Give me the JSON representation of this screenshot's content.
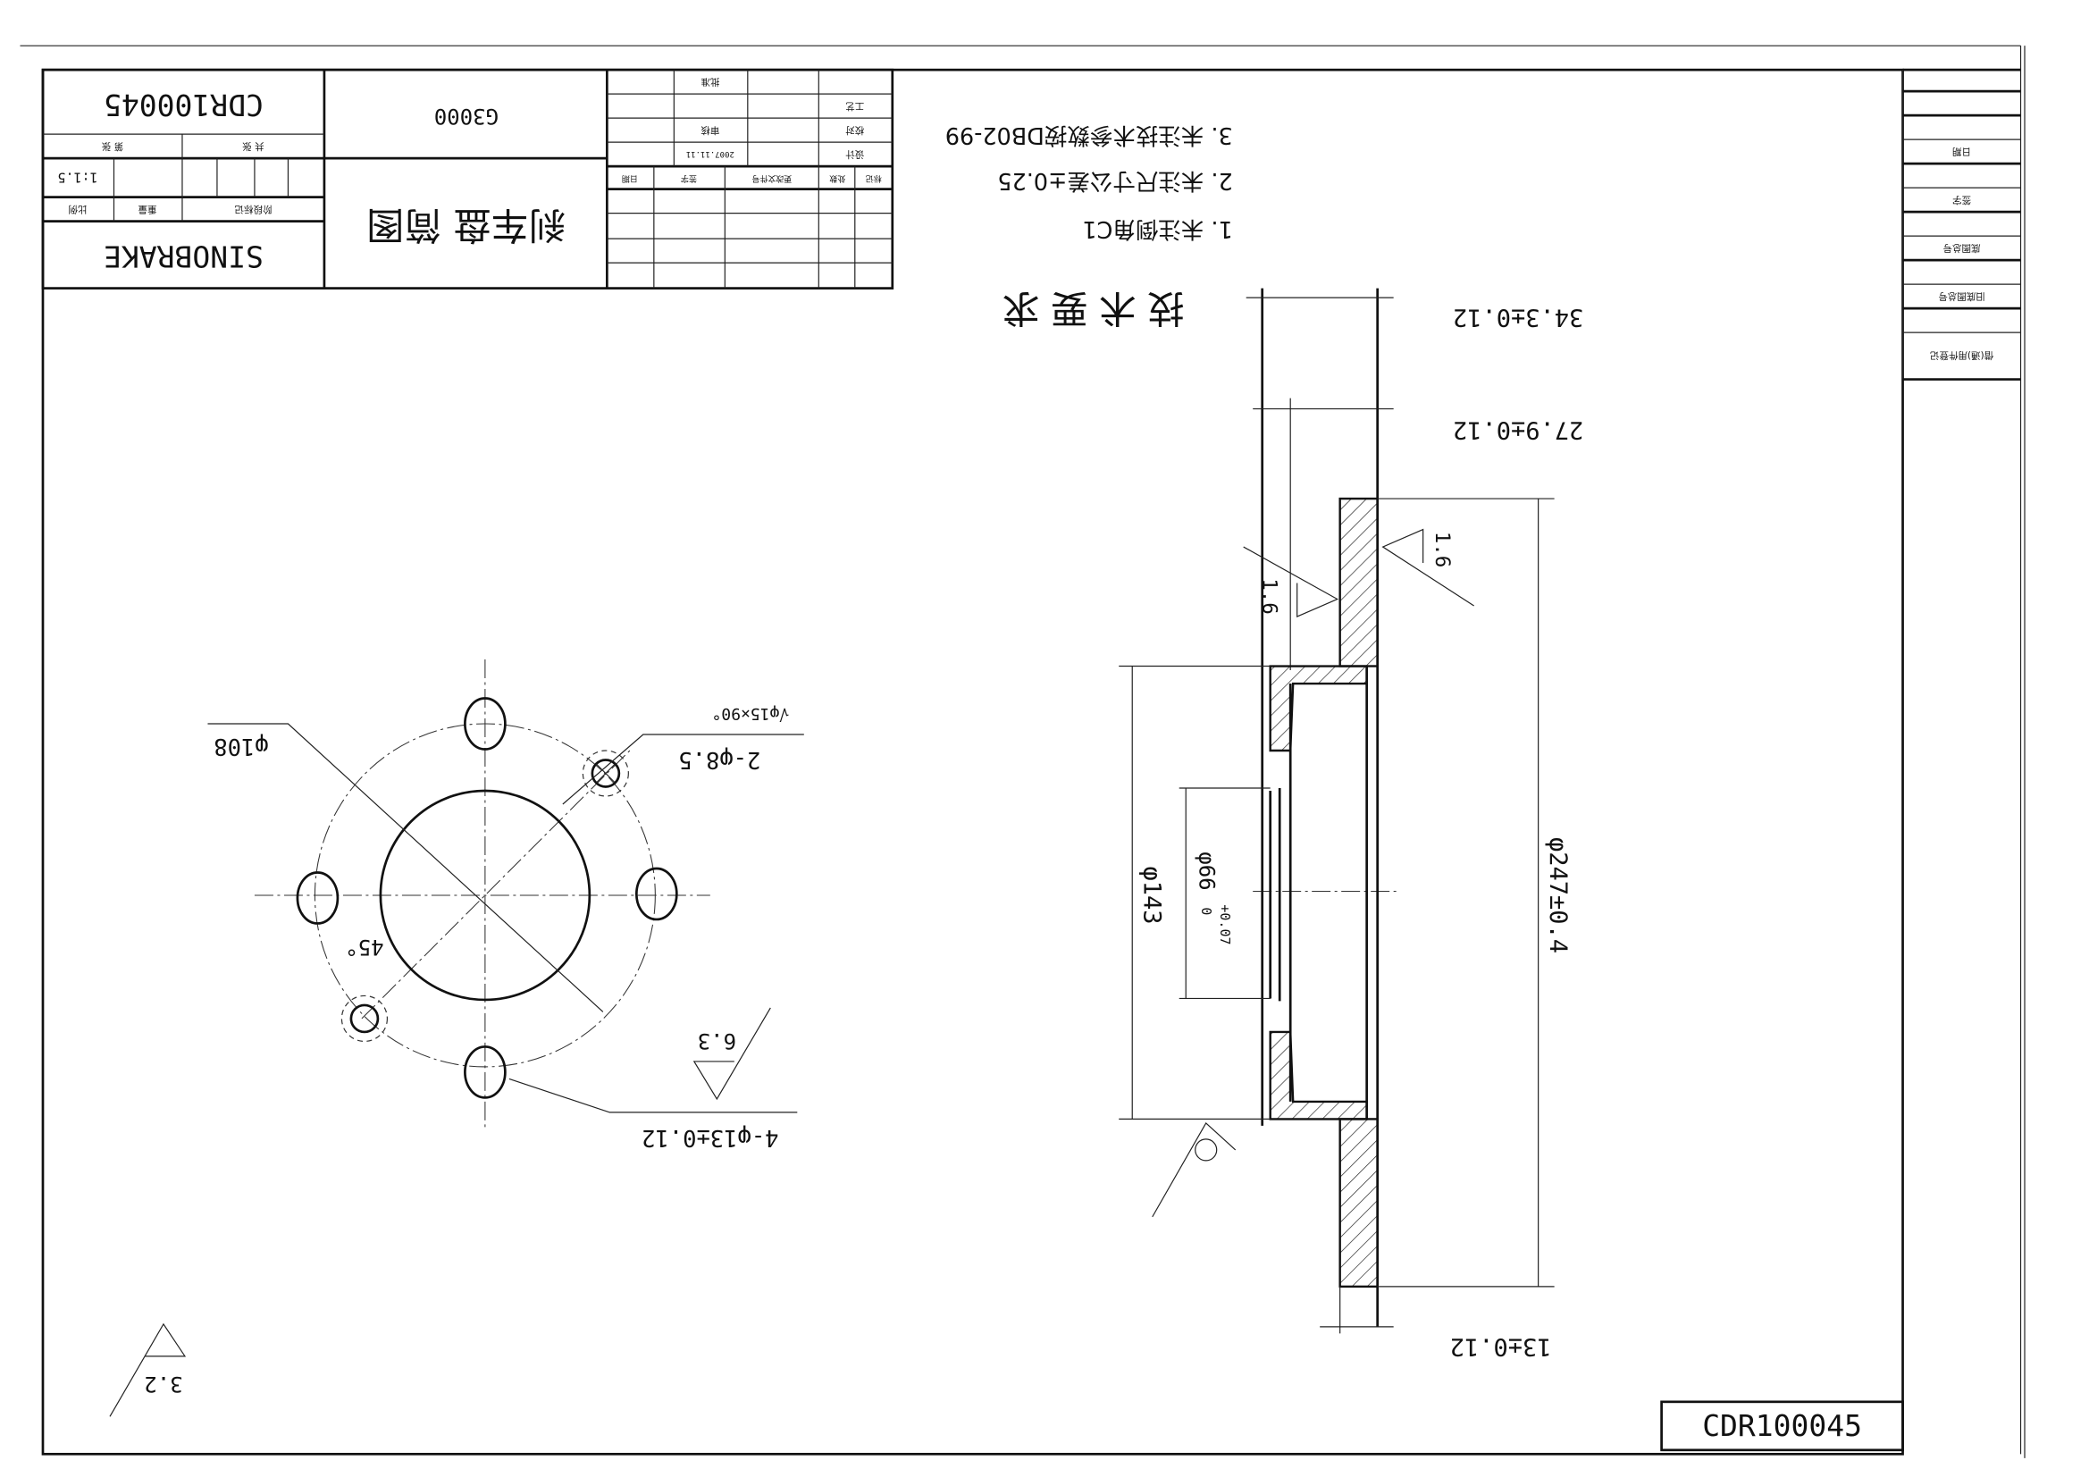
{
  "title_block": {
    "drawing_number": "CDR100045",
    "part_code": "G3000",
    "company": "SINOBRAKE",
    "part_name": "刹车盘 简图",
    "scale": "1:1.5",
    "scale_label": "比例",
    "weight_label": "重量",
    "stage_label": "阶段标记",
    "sheet_total": "共 张",
    "sheet_no": "第 张",
    "date": "2007.11.11",
    "rows": [
      "设计",
      "校对",
      "审核",
      "工艺",
      "批准"
    ],
    "revision_headers": [
      "标记",
      "处数",
      "更改文件号",
      "签字",
      "日期"
    ]
  },
  "side_strip": [
    "借(通)用件登记",
    "旧底图总号",
    "底图总号",
    "签字",
    "日期"
  ],
  "tech_requirements": {
    "heading": "技术要求",
    "items": [
      "1. 未注倒角C1",
      "2. 未注尺寸公差±0.25",
      "3. 未注技术参数按DB02-99"
    ]
  },
  "front_view": {
    "pcd": "φ108",
    "small_holes": "2-φ8.5",
    "countersink": "√φ15×90°",
    "angle": "45°",
    "bolt_holes": "4-φ13±0.12",
    "roughness": "6.3"
  },
  "section_view": {
    "overall_height": "34.3±0.12",
    "hub_height": "27.9±0.12",
    "disc_thickness": "13±0.12",
    "outer_diameter": "φ247±0.4",
    "hub_diameter": "φ143",
    "bore_diameter": "φ66",
    "bore_tol_upper": "+0.07",
    "bore_tol_lower": "0",
    "roughness_1": "1.6",
    "roughness_2": "1.6"
  },
  "general_roughness": "3.2",
  "corner_number": "CDR100045"
}
